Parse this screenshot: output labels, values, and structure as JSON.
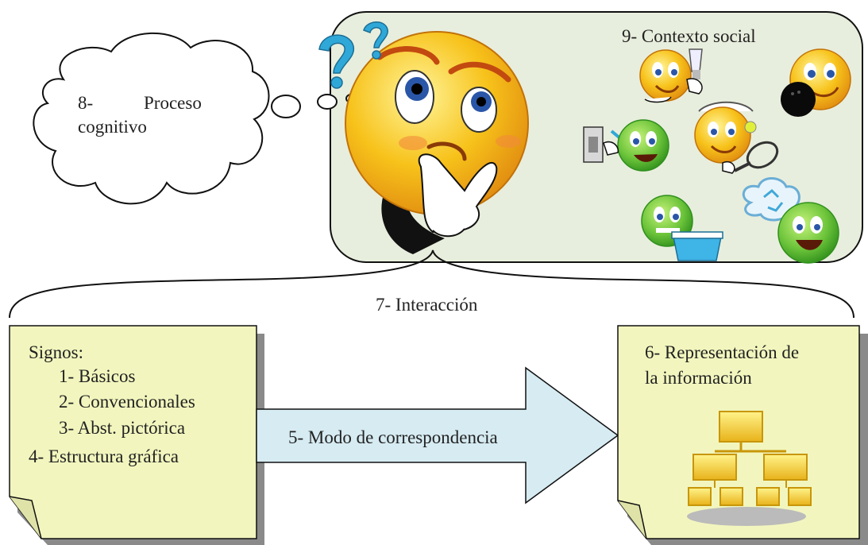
{
  "thought_cloud": {
    "label_number": "8-",
    "label_word": "Proceso",
    "label_line2": "cognitivo"
  },
  "social_context": {
    "title": "9- Contexto social"
  },
  "interaction": {
    "label": "7- Interacción"
  },
  "signs_note": {
    "heading": "Signos:",
    "items": [
      "1- Básicos",
      "2- Convencionales",
      "3- Abst. pictórica"
    ],
    "extra": "4- Estructura gráfica"
  },
  "mapping_arrow": {
    "label": "5- Modo de correspondencia"
  },
  "representation_note": {
    "line1": "6- Representación de",
    "line2": "la información"
  },
  "colors": {
    "note_fill": "#f2f6be",
    "note_shadow": "#8a8a8a",
    "arrow_fill": "#d6ebf2",
    "panel_fill": "#e8eedd",
    "smiley_yellow": "#f7c21a",
    "smiley_green": "#6cc43a",
    "question_blue": "#2fa8d8"
  },
  "icons": [
    "thinking-smiley-icon",
    "question-marks-icon",
    "smiley-bulb-icon",
    "smiley-bowling-icon",
    "smiley-switch-icon",
    "smiley-tennis-icon",
    "smiley-recycle-bin-icon",
    "smiley-recycle-cloud-icon",
    "org-chart-icon"
  ]
}
